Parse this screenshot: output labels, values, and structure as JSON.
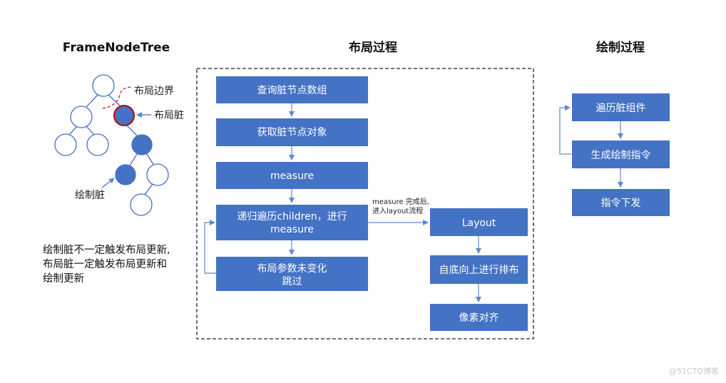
{
  "titles": {
    "tree": "FrameNodeTree",
    "layout": "布局过程",
    "draw": "绘制过程"
  },
  "tree_labels": {
    "layout_boundary": "布局边界",
    "layout_dirty": "布局脏",
    "draw_dirty": "绘制脏"
  },
  "note_lines": [
    "绘制脏不一定触发布局更新,",
    "布局脏一定触发布局更新和",
    "绘制更新"
  ],
  "layout_steps": {
    "query_dirty": "查询脏节点数组",
    "get_dirty": "获取脏节点对象",
    "measure": "measure",
    "recurse_line1": "递归遍历children，进行",
    "recurse_line2": "measure",
    "skip_line1": "布局参数未变化",
    "skip_line2": "跳过",
    "layout": "Layout",
    "bottom_up": "自底向上进行排布",
    "pixel_align": "像素对齐"
  },
  "arrow_note": {
    "line1": "measure 完成后,",
    "line2": "进入layout流程"
  },
  "draw_steps": {
    "traverse": "遍历脏组件",
    "generate": "生成绘制指令",
    "dispatch": "指令下发"
  },
  "watermark": "@51CTO博客",
  "colors": {
    "box_fill": "#4472c4",
    "box_text": "#ffffff",
    "connector": "#5b8bd0",
    "dirty_fill": "#4472c4",
    "boundary_dash": "#e02020",
    "boundary_outline": "#c00000",
    "dash_frame": "#222222"
  }
}
